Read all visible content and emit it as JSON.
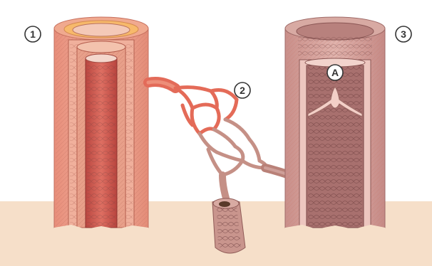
{
  "diagram": {
    "markers": [
      {
        "id": "1",
        "label": "1"
      },
      {
        "id": "2",
        "label": "2"
      },
      {
        "id": "3",
        "label": "3"
      },
      {
        "id": "A",
        "label": "A"
      }
    ],
    "structures": {
      "artery": "artery-cutaway",
      "capillaries": "capillary-network",
      "vein": "vein-cutaway",
      "valve": "venous-valve",
      "venule": "venule-cross-section"
    },
    "colors": {
      "background_tissue": "#f6dfc9",
      "artery_wall": "#e79b86",
      "artery_lumen": "#c9504a",
      "capillary_arterial": "#e46b58",
      "capillary_venous": "#c59086",
      "vein_wall": "#d2a29b",
      "vein_lumen_wall": "#a8706e",
      "valve": "#f3cfc7",
      "marker_stroke": "#333333",
      "marker_fill": "#ffffff"
    }
  }
}
